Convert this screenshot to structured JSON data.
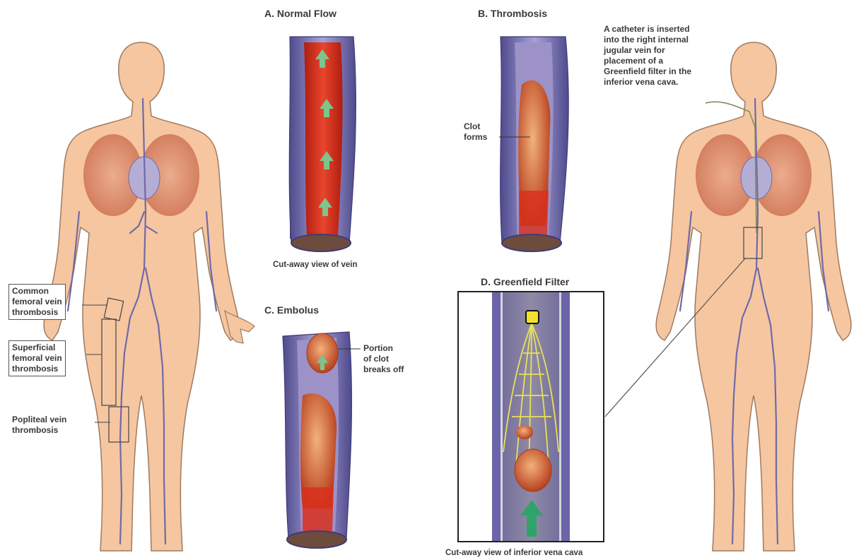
{
  "labels": {
    "panel_a_title": "A.  Normal Flow",
    "panel_a_caption": "Cut-away view of vein",
    "panel_b_title": "B.  Thrombosis",
    "panel_b_note": [
      "Clot",
      "forms"
    ],
    "panel_c_title": "C.  Embolus",
    "panel_c_note": [
      "Portion",
      "of clot",
      "breaks off"
    ],
    "panel_d_title": "D.  Greenfield Filter",
    "panel_d_caption": "Cut-away view of inferior vena cava",
    "catheter_note": [
      "A catheter is inserted",
      "into the right internal",
      "jugular vein for",
      "placement of a",
      "Greenfield filter in the",
      "inferior vena cava."
    ],
    "common_femoral": [
      "Common",
      "femoral vein",
      "thrombosis"
    ],
    "superficial_femoral": [
      "Superficial",
      "femoral vein",
      "thrombosis"
    ],
    "popliteal": [
      "Popliteal vein",
      "thrombosis"
    ]
  },
  "colors": {
    "skin": "#f6c6a0",
    "skin_outline": "#9c7a60",
    "vein": "#6f6aa8",
    "vein_light": "#a9a4d6",
    "blood": "#d9301d",
    "clot": "#c9552e",
    "arrow": "#6fb37a",
    "filter_wire": "#e8e05a"
  }
}
